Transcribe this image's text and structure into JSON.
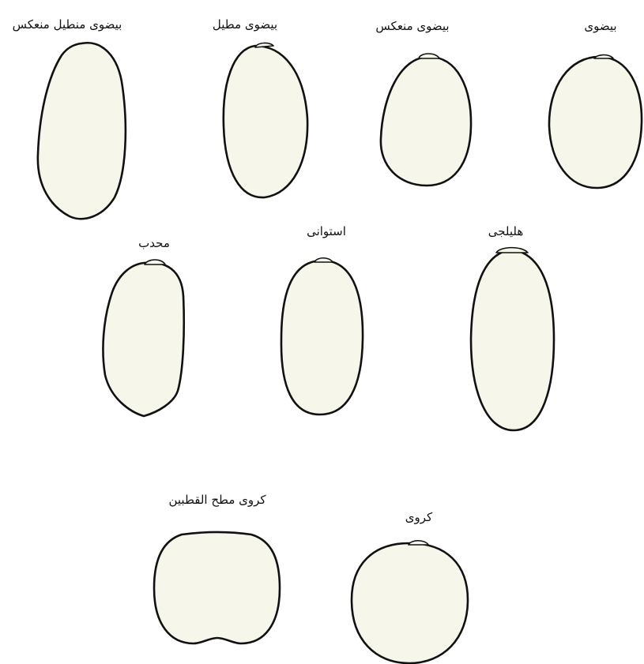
{
  "fill_color": "#f7f6ea",
  "stroke_color": "#111111",
  "shapes": [
    {
      "id": "oblong-inverse",
      "label": "بیضوی منطیل منعکس"
    },
    {
      "id": "oblong-ellipsoid",
      "label": "بیضوی مطیل"
    },
    {
      "id": "ovoid-inverse",
      "label": "بیضوی منعکس"
    },
    {
      "id": "ovoid",
      "label": "بیضوی"
    },
    {
      "id": "convex",
      "label": "محدب"
    },
    {
      "id": "cylindrical",
      "label": "استوانی"
    },
    {
      "id": "elliptical",
      "label": "هلیلجی"
    },
    {
      "id": "oblate-globular",
      "label": "کروی مطح القطبین"
    },
    {
      "id": "globular",
      "label": "کروی"
    }
  ]
}
